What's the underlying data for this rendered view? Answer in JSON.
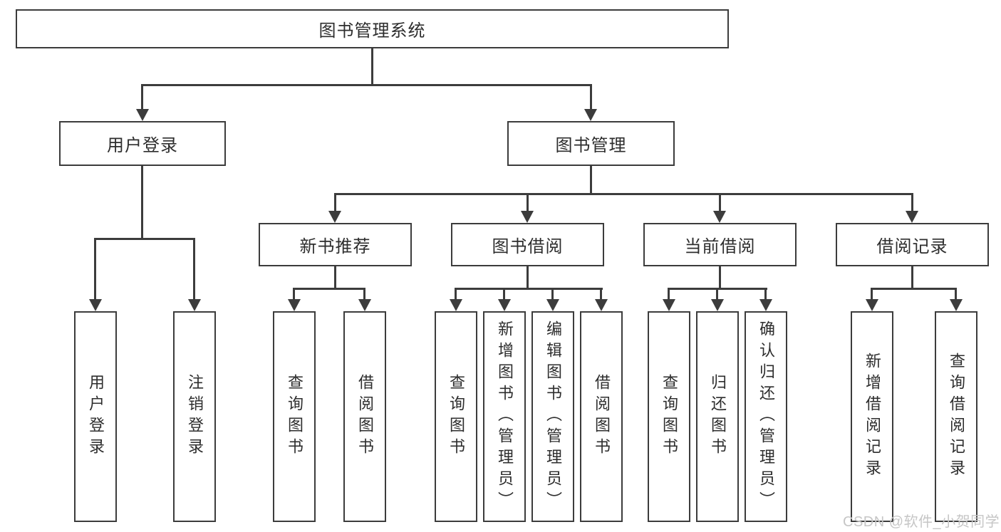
{
  "nodes": {
    "root": {
      "label": "图书管理系统"
    },
    "user_login": {
      "label": "用户登录"
    },
    "book_management": {
      "label": "图书管理"
    },
    "new_book_recommend": {
      "label": "新书推荐"
    },
    "book_borrowing": {
      "label": "图书借阅"
    },
    "current_borrowing": {
      "label": "当前借阅"
    },
    "borrowing_records": {
      "label": "借阅记录"
    },
    "leaf_user_login": {
      "label": "用户登录"
    },
    "leaf_logout": {
      "label": "注销登录"
    },
    "leaf_query_books_recommend": {
      "label": "查询图书"
    },
    "leaf_borrow_books_recommend": {
      "label": "借阅图书"
    },
    "leaf_query_books_borrowing": {
      "label": "查询图书"
    },
    "leaf_add_books_admin": {
      "label": "新增图书（管理员）"
    },
    "leaf_edit_books_admin": {
      "label": "编辑图书（管理员）"
    },
    "leaf_borrow_books_borrowing": {
      "label": "借阅图书"
    },
    "leaf_query_books_current": {
      "label": "查询图书"
    },
    "leaf_return_books": {
      "label": "归还图书"
    },
    "leaf_confirm_return_admin": {
      "label": "确认归还（管理员）"
    },
    "leaf_add_borrow_record": {
      "label": "新增借阅记录"
    },
    "leaf_query_borrow_record": {
      "label": "查询借阅记录"
    }
  },
  "hierarchy": {
    "root": "图书管理系统",
    "children": [
      {
        "node": "用户登录",
        "children": [
          "用户登录",
          "注销登录"
        ]
      },
      {
        "node": "图书管理",
        "children": [
          {
            "node": "新书推荐",
            "children": [
              "查询图书",
              "借阅图书"
            ]
          },
          {
            "node": "图书借阅",
            "children": [
              "查询图书",
              "新增图书（管理员）",
              "编辑图书（管理员）",
              "借阅图书"
            ]
          },
          {
            "node": "当前借阅",
            "children": [
              "查询图书",
              "归还图书",
              "确认归还（管理员）"
            ]
          },
          {
            "node": "借阅记录",
            "children": [
              "新增借阅记录",
              "查询借阅记录"
            ]
          }
        ]
      }
    ]
  },
  "watermark": {
    "text": "CSDN @软件_小贺同学",
    "color": "#c6c6c6"
  },
  "colors": {
    "line": "#3c3c3c",
    "box_border": "#3c3c3c",
    "text": "#2d2d2d",
    "background": "#ffffff"
  }
}
